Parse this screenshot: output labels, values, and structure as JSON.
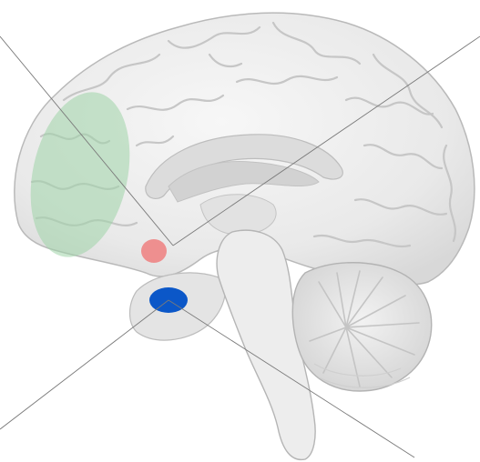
{
  "figure": {
    "subject": "brain-midsagittal-section",
    "regions": [
      {
        "id": "prefrontal-cortex-highlight",
        "color": "#9fd4a8",
        "opacity": 0.55
      },
      {
        "id": "ventral-striatum-marker",
        "color": "#ef7f7f",
        "opacity": 0.85
      },
      {
        "id": "amygdala-marker",
        "color": "#0b57c8",
        "opacity": 1.0
      }
    ],
    "colors": {
      "brain_fill": "#ececec",
      "brain_stroke": "#b9b9b9",
      "gyri_line": "#c8c8c8",
      "pointer_line": "#7a7a7a",
      "background": "#ffffff"
    }
  }
}
